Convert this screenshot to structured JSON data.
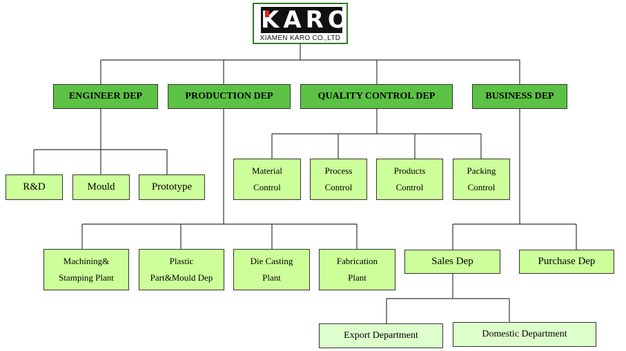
{
  "logo": {
    "mark": "KARO",
    "company": "XIAMEN KARO CO.,LTD"
  },
  "departments": {
    "engineer": "ENGINEER DEP",
    "production": "PRODUCTION DEP",
    "quality": "QUALITY CONTROL DEP",
    "business": "BUSINESS DEP"
  },
  "engineer_units": [
    "R&D",
    "Mould",
    "Prototype"
  ],
  "quality_units": [
    [
      "Material",
      "Control"
    ],
    [
      "Process",
      "Control"
    ],
    [
      "Products",
      "Control"
    ],
    [
      "Packing",
      "Control"
    ]
  ],
  "production_units": [
    [
      "Machining&",
      "Stamping Plant"
    ],
    [
      "Plastic",
      "Part&Mould Dep"
    ],
    [
      "Die Casting",
      "Plant"
    ],
    [
      "Fabrication",
      "Plant"
    ]
  ],
  "business_units": [
    "Sales Dep",
    "Purchase Dep"
  ],
  "sales_units": [
    "Export Department",
    "Domestic Department"
  ]
}
